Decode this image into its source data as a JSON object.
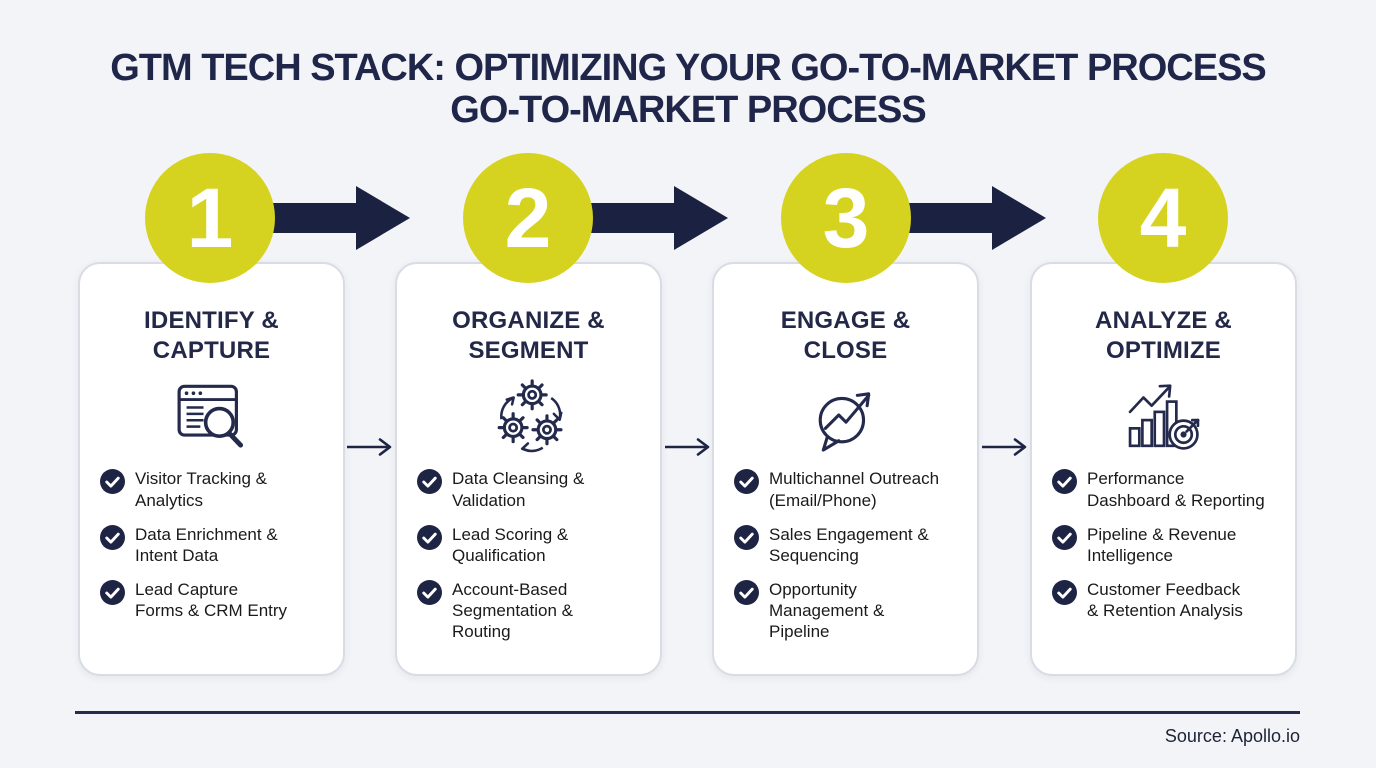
{
  "title": {
    "line1": "GTM TECH STACK: OPTIMIZING YOUR GO-TO-MARKET PROCESS",
    "line2": "GO-TO-MARKET PROCESS"
  },
  "steps": [
    {
      "number": "1",
      "heading": "IDENTIFY &\nCAPTURE",
      "icon": "browser-search-icon",
      "items": [
        "Visitor Tracking &\nAnalytics",
        "Data Enrichment &\nIntent Data",
        "Lead Capture\nForms & CRM Entry"
      ]
    },
    {
      "number": "2",
      "heading": "ORGANIZE &\nSEGMENT",
      "icon": "gears-cycle-icon",
      "items": [
        "Data Cleansing &\nValidation",
        "Lead Scoring &\nQualification",
        "Account-Based\nSegmentation &\nRouting"
      ]
    },
    {
      "number": "3",
      "heading": "ENGAGE &\nCLOSE",
      "icon": "chat-growth-icon",
      "items": [
        "Multichannel Outreach\n(Email/Phone)",
        "Sales Engagement &\nSequencing",
        "Opportunity\nManagement &\nPipeline"
      ]
    },
    {
      "number": "4",
      "heading": "ANALYZE &\nOPTIMIZE",
      "icon": "chart-target-icon",
      "items": [
        "Performance\nDashboard & Reporting",
        "Pipeline & Revenue\nIntelligence",
        "Customer Feedback\n& Retention Analysis"
      ]
    }
  ],
  "footer": {
    "source_label": "Source: Apollo.io"
  },
  "colors": {
    "background": "#f3f4f8",
    "card_background": "#ffffff",
    "card_border": "#d9dce4",
    "accent_yellow": "#d6d320",
    "navy": "#1b2140",
    "title_text": "#20264a",
    "body_text": "#191a1c",
    "check_circle": "#1e2444"
  }
}
